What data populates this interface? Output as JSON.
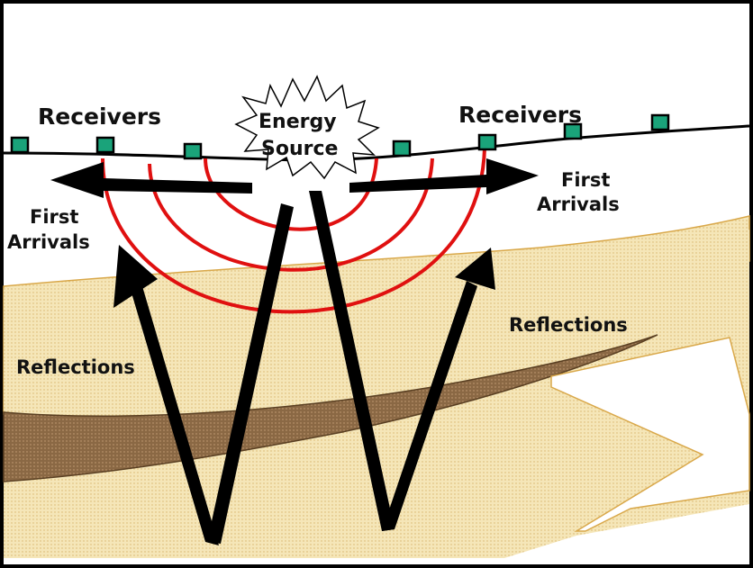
{
  "labels": {
    "receivers_left": "Receivers",
    "receivers_right": "Receivers",
    "energy": "Energy",
    "source": "Source",
    "first_left_1": "First",
    "first_left_2": "Arrivals",
    "first_right_1": "First",
    "first_right_2": "Arrivals",
    "reflections_right": "Reflections",
    "reflections_left": "Reflections"
  },
  "colors": {
    "wavefront": "#e01010",
    "layer_sand": "#f5e6b8",
    "layer_brown": "#8a6844",
    "receiver": "#1aa37a",
    "arrow": "#000000"
  }
}
